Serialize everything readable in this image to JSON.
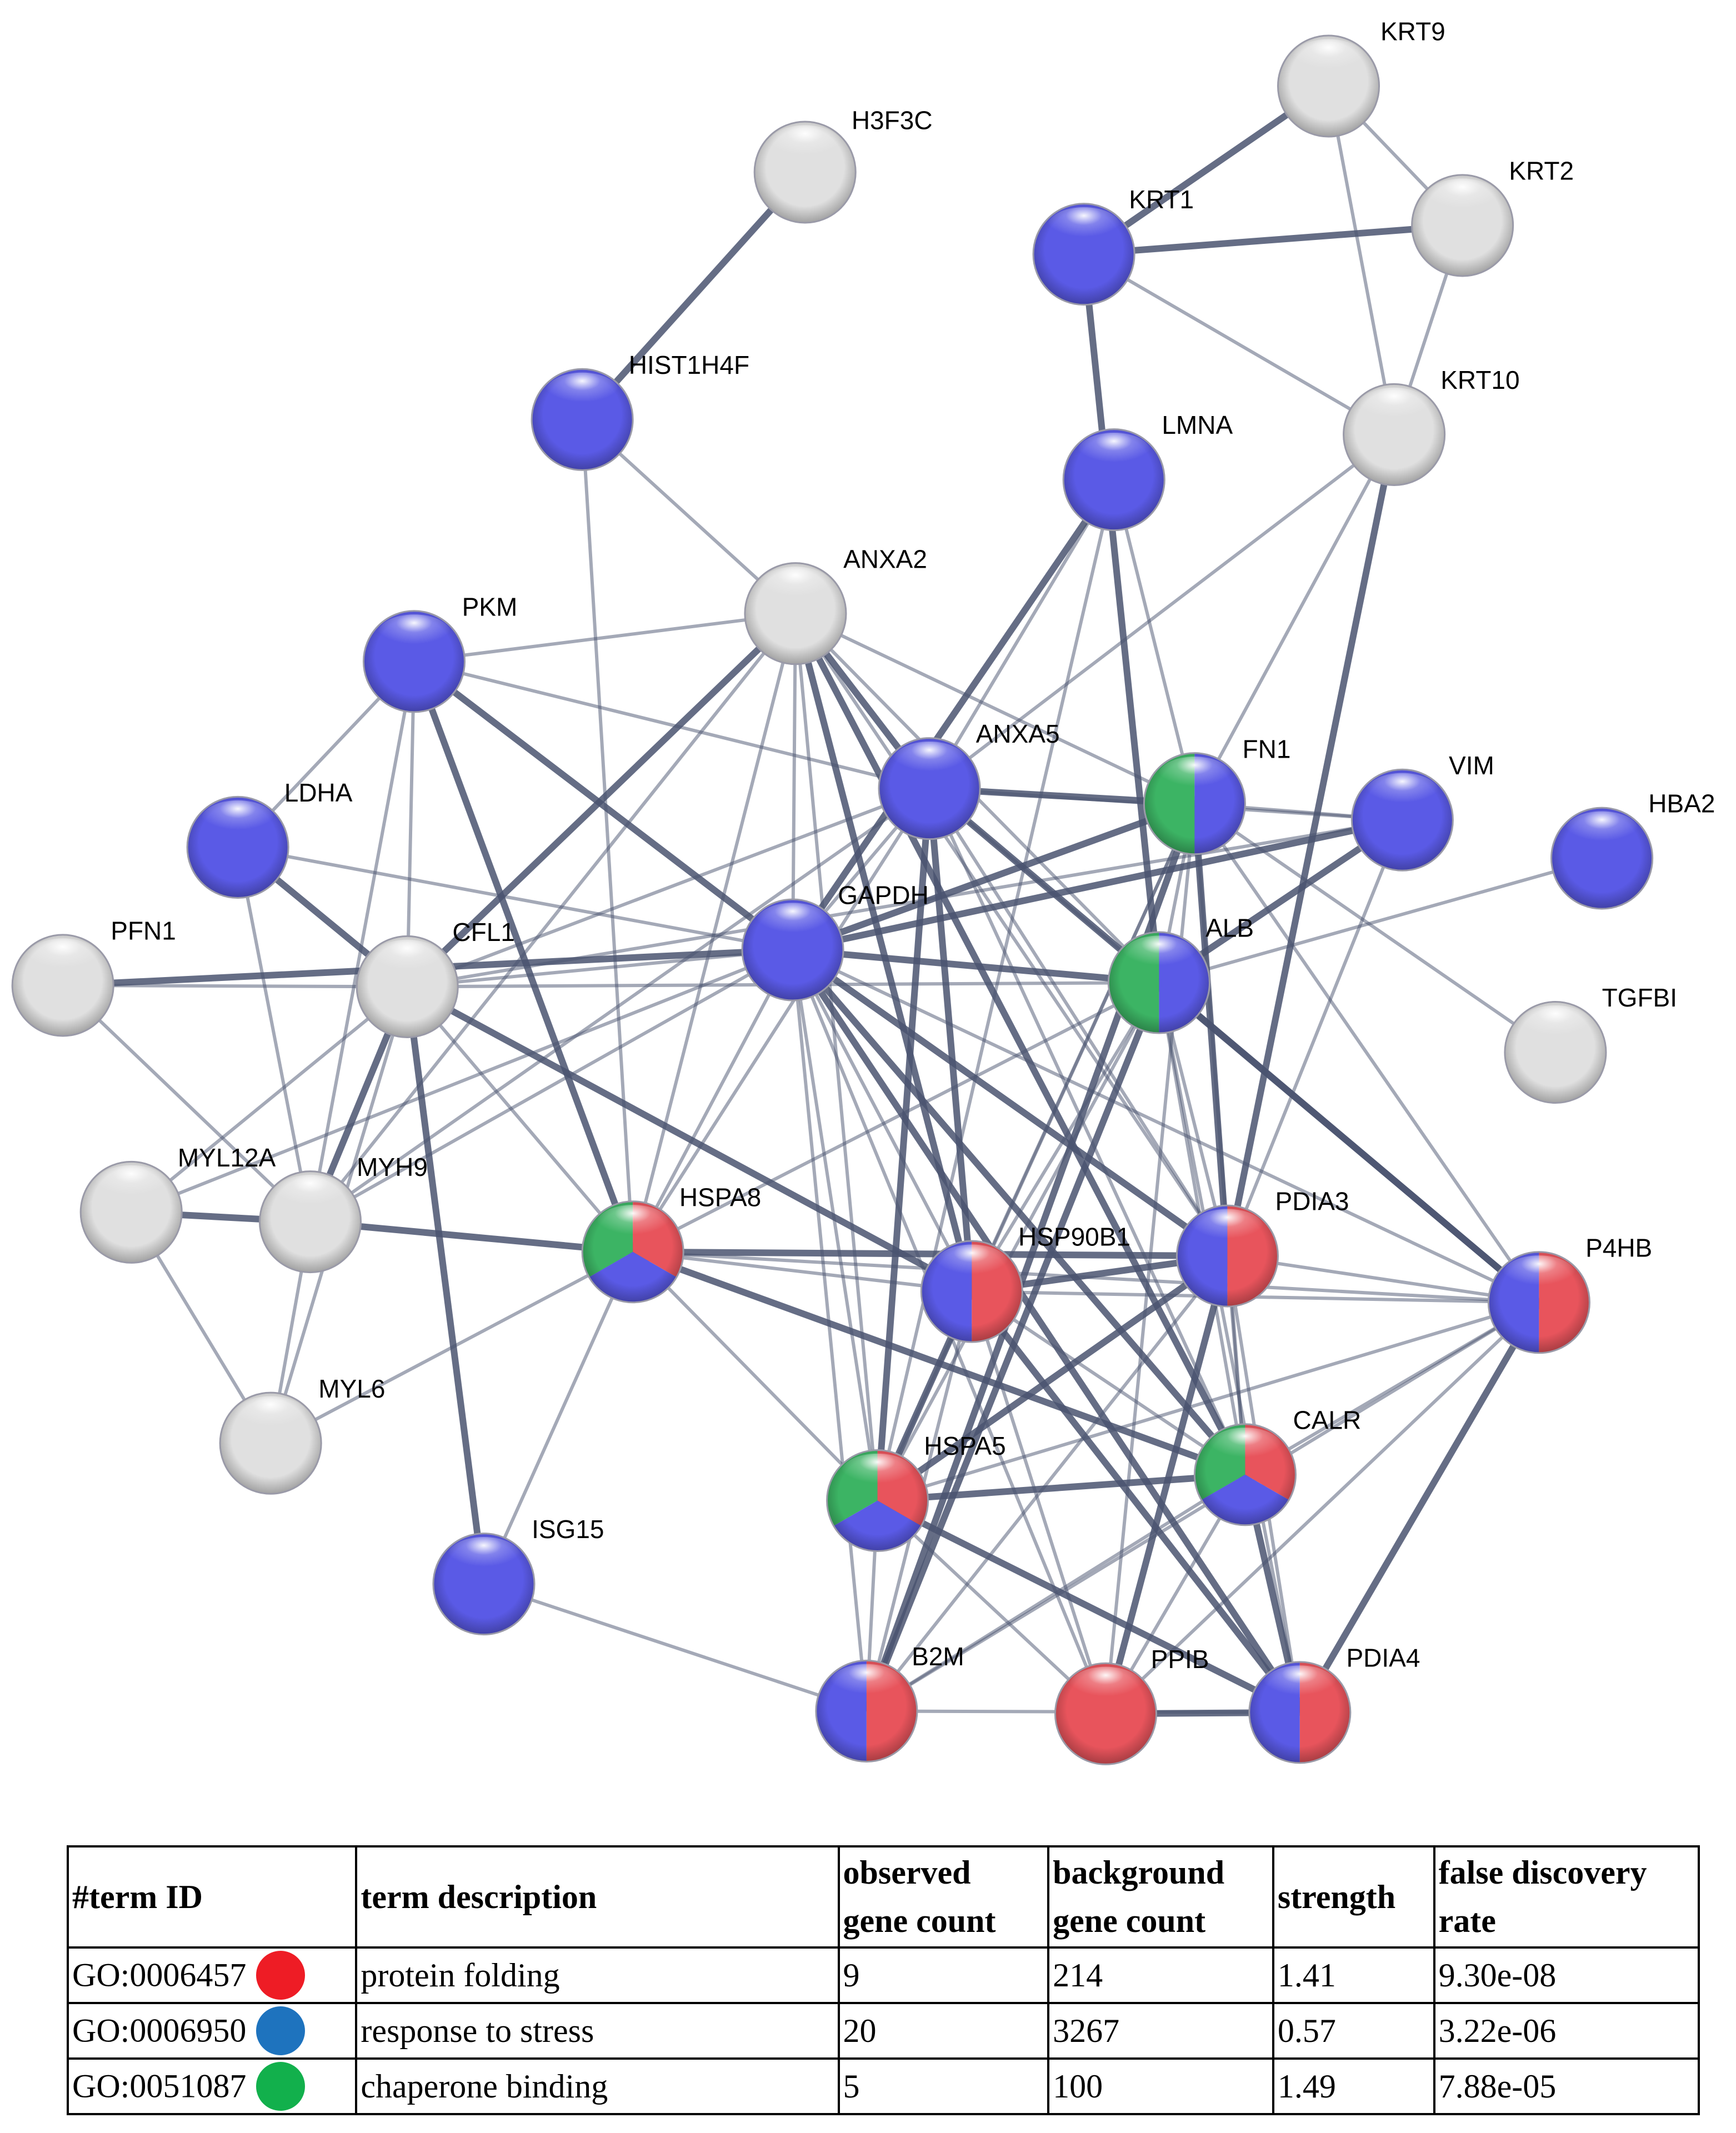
{
  "network": {
    "colors": {
      "protein_folding": "#e8545c",
      "response_to_stress": "#5a5ae6",
      "chaperone_binding": "#3cb464",
      "uncolored": "#e0e0e0",
      "edge": "#4a5470"
    },
    "nodes": [
      {
        "id": "KRT9",
        "label": "KRT9",
        "colors": []
      },
      {
        "id": "H3F3C",
        "label": "H3F3C",
        "colors": []
      },
      {
        "id": "KRT2",
        "label": "KRT2",
        "colors": []
      },
      {
        "id": "KRT1",
        "label": "KRT1",
        "colors": [
          "response_to_stress"
        ]
      },
      {
        "id": "HIST1H4F",
        "label": "HIST1H4F",
        "colors": [
          "response_to_stress"
        ]
      },
      {
        "id": "KRT10",
        "label": "KRT10",
        "colors": []
      },
      {
        "id": "LMNA",
        "label": "LMNA",
        "colors": [
          "response_to_stress"
        ]
      },
      {
        "id": "ANXA2",
        "label": "ANXA2",
        "colors": []
      },
      {
        "id": "PKM",
        "label": "PKM",
        "colors": [
          "response_to_stress"
        ]
      },
      {
        "id": "ANXA5",
        "label": "ANXA5",
        "colors": [
          "response_to_stress"
        ]
      },
      {
        "id": "FN1",
        "label": "FN1",
        "colors": [
          "chaperone_binding",
          "response_to_stress"
        ]
      },
      {
        "id": "VIM",
        "label": "VIM",
        "colors": [
          "response_to_stress"
        ]
      },
      {
        "id": "HBA2",
        "label": "HBA2",
        "colors": [
          "response_to_stress"
        ]
      },
      {
        "id": "LDHA",
        "label": "LDHA",
        "colors": [
          "response_to_stress"
        ]
      },
      {
        "id": "GAPDH",
        "label": "GAPDH",
        "colors": [
          "response_to_stress"
        ]
      },
      {
        "id": "PFN1",
        "label": "PFN1",
        "colors": []
      },
      {
        "id": "CFL1",
        "label": "CFL1",
        "colors": []
      },
      {
        "id": "ALB",
        "label": "ALB",
        "colors": [
          "chaperone_binding",
          "response_to_stress"
        ]
      },
      {
        "id": "TGFBI",
        "label": "TGFBI",
        "colors": []
      },
      {
        "id": "MYL12A",
        "label": "MYL12A",
        "colors": []
      },
      {
        "id": "MYH9",
        "label": "MYH9",
        "colors": []
      },
      {
        "id": "HSPA8",
        "label": "HSPA8",
        "colors": [
          "chaperone_binding",
          "protein_folding",
          "response_to_stress"
        ]
      },
      {
        "id": "PDIA3",
        "label": "PDIA3",
        "colors": [
          "response_to_stress",
          "protein_folding"
        ]
      },
      {
        "id": "HSP90B1",
        "label": "HSP90B1",
        "colors": [
          "response_to_stress",
          "protein_folding"
        ]
      },
      {
        "id": "P4HB",
        "label": "P4HB",
        "colors": [
          "response_to_stress",
          "protein_folding"
        ]
      },
      {
        "id": "MYL6",
        "label": "MYL6",
        "colors": []
      },
      {
        "id": "CALR",
        "label": "CALR",
        "colors": [
          "chaperone_binding",
          "protein_folding",
          "response_to_stress"
        ]
      },
      {
        "id": "HSPA5",
        "label": "HSPA5",
        "colors": [
          "chaperone_binding",
          "protein_folding",
          "response_to_stress"
        ]
      },
      {
        "id": "ISG15",
        "label": "ISG15",
        "colors": [
          "response_to_stress"
        ]
      },
      {
        "id": "B2M",
        "label": "B2M",
        "colors": [
          "response_to_stress",
          "protein_folding"
        ]
      },
      {
        "id": "PPIB",
        "label": "PPIB",
        "colors": [
          "protein_folding"
        ]
      },
      {
        "id": "PDIA4",
        "label": "PDIA4",
        "colors": [
          "response_to_stress",
          "protein_folding"
        ]
      }
    ],
    "edges": [
      [
        "KRT9",
        "KRT1"
      ],
      [
        "KRT9",
        "KRT2"
      ],
      [
        "KRT9",
        "KRT10"
      ],
      [
        "KRT1",
        "KRT2"
      ],
      [
        "KRT1",
        "KRT10"
      ],
      [
        "KRT2",
        "KRT10"
      ],
      [
        "H3F3C",
        "HIST1H4F"
      ],
      [
        "HIST1H4F",
        "ANXA2"
      ],
      [
        "HIST1H4F",
        "HSPA8"
      ],
      [
        "KRT1",
        "ALB"
      ],
      [
        "KRT10",
        "ANXA5"
      ],
      [
        "KRT10",
        "FN1"
      ],
      [
        "KRT10",
        "PDIA3"
      ],
      [
        "LMNA",
        "ANXA5"
      ],
      [
        "LMNA",
        "FN1"
      ],
      [
        "LMNA",
        "GAPDH"
      ],
      [
        "LMNA",
        "HSPA5"
      ],
      [
        "ANXA2",
        "PKM"
      ],
      [
        "ANXA2",
        "ANXA5"
      ],
      [
        "ANXA2",
        "FN1"
      ],
      [
        "ANXA2",
        "GAPDH"
      ],
      [
        "ANXA2",
        "CFL1"
      ],
      [
        "ANXA2",
        "ALB"
      ],
      [
        "ANXA2",
        "HSPA8"
      ],
      [
        "ANXA2",
        "HSP90B1"
      ],
      [
        "ANXA2",
        "PDIA3"
      ],
      [
        "ANXA2",
        "HSPA5"
      ],
      [
        "ANXA2",
        "CALR"
      ],
      [
        "ANXA2",
        "MYH9"
      ],
      [
        "PKM",
        "LDHA"
      ],
      [
        "PKM",
        "GAPDH"
      ],
      [
        "PKM",
        "CFL1"
      ],
      [
        "PKM",
        "ANXA5"
      ],
      [
        "PKM",
        "HSPA8"
      ],
      [
        "PKM",
        "MYH9"
      ],
      [
        "LDHA",
        "GAPDH"
      ],
      [
        "LDHA",
        "CFL1"
      ],
      [
        "LDHA",
        "MYH9"
      ],
      [
        "ANXA5",
        "GAPDH"
      ],
      [
        "ANXA5",
        "FN1"
      ],
      [
        "ANXA5",
        "ALB"
      ],
      [
        "ANXA5",
        "HSPA8"
      ],
      [
        "ANXA5",
        "HSP90B1"
      ],
      [
        "ANXA5",
        "PDIA3"
      ],
      [
        "ANXA5",
        "CALR"
      ],
      [
        "ANXA5",
        "HSPA5"
      ],
      [
        "ANXA5",
        "VIM"
      ],
      [
        "ANXA5",
        "CFL1"
      ],
      [
        "ANXA5",
        "P4HB"
      ],
      [
        "FN1",
        "VIM"
      ],
      [
        "FN1",
        "ALB"
      ],
      [
        "FN1",
        "GAPDH"
      ],
      [
        "FN1",
        "HSPA5"
      ],
      [
        "FN1",
        "HSP90B1"
      ],
      [
        "FN1",
        "PDIA3"
      ],
      [
        "FN1",
        "P4HB"
      ],
      [
        "FN1",
        "CALR"
      ],
      [
        "FN1",
        "B2M"
      ],
      [
        "FN1",
        "TGFBI"
      ],
      [
        "FN1",
        "PPIB"
      ],
      [
        "VIM",
        "GAPDH"
      ],
      [
        "VIM",
        "PDIA3"
      ],
      [
        "VIM",
        "CFL1"
      ],
      [
        "VIM",
        "ALB"
      ],
      [
        "HBA2",
        "ALB"
      ],
      [
        "GAPDH",
        "CFL1"
      ],
      [
        "GAPDH",
        "ALB"
      ],
      [
        "GAPDH",
        "HSPA8"
      ],
      [
        "GAPDH",
        "HSP90B1"
      ],
      [
        "GAPDH",
        "PDIA3"
      ],
      [
        "GAPDH",
        "P4HB"
      ],
      [
        "GAPDH",
        "HSPA5"
      ],
      [
        "GAPDH",
        "CALR"
      ],
      [
        "GAPDH",
        "B2M"
      ],
      [
        "GAPDH",
        "PPIB"
      ],
      [
        "GAPDH",
        "PDIA4"
      ],
      [
        "GAPDH",
        "MYH9"
      ],
      [
        "GAPDH",
        "MYL12A"
      ],
      [
        "GAPDH",
        "PFN1"
      ],
      [
        "PFN1",
        "CFL1"
      ],
      [
        "PFN1",
        "MYH9"
      ],
      [
        "CFL1",
        "MYH9"
      ],
      [
        "CFL1",
        "MYL12A"
      ],
      [
        "CFL1",
        "MYL6"
      ],
      [
        "CFL1",
        "ISG15"
      ],
      [
        "CFL1",
        "HSPA8"
      ],
      [
        "CFL1",
        "ALB"
      ],
      [
        "CFL1",
        "HSP90B1"
      ],
      [
        "ALB",
        "HSP90B1"
      ],
      [
        "ALB",
        "PDIA3"
      ],
      [
        "ALB",
        "P4HB"
      ],
      [
        "ALB",
        "HSPA5"
      ],
      [
        "ALB",
        "CALR"
      ],
      [
        "ALB",
        "B2M"
      ],
      [
        "ALB",
        "PDIA4"
      ],
      [
        "ALB",
        "HSPA8"
      ],
      [
        "MYL12A",
        "MYH9"
      ],
      [
        "MYL12A",
        "MYL6"
      ],
      [
        "MYH9",
        "MYL6"
      ],
      [
        "MYH9",
        "HSPA8"
      ],
      [
        "MYH9",
        "ANXA5"
      ],
      [
        "HSPA8",
        "HSP90B1"
      ],
      [
        "HSPA8",
        "PDIA3"
      ],
      [
        "HSPA8",
        "P4HB"
      ],
      [
        "HSPA8",
        "HSPA5"
      ],
      [
        "HSPA8",
        "CALR"
      ],
      [
        "HSPA8",
        "ISG15"
      ],
      [
        "HSPA8",
        "MYL6"
      ],
      [
        "PDIA3",
        "HSP90B1"
      ],
      [
        "PDIA3",
        "P4HB"
      ],
      [
        "PDIA3",
        "CALR"
      ],
      [
        "PDIA3",
        "HSPA5"
      ],
      [
        "PDIA3",
        "PDIA4"
      ],
      [
        "PDIA3",
        "B2M"
      ],
      [
        "PDIA3",
        "PPIB"
      ],
      [
        "HSP90B1",
        "P4HB"
      ],
      [
        "HSP90B1",
        "CALR"
      ],
      [
        "HSP90B1",
        "HSPA5"
      ],
      [
        "HSP90B1",
        "B2M"
      ],
      [
        "HSP90B1",
        "PPIB"
      ],
      [
        "HSP90B1",
        "PDIA4"
      ],
      [
        "P4HB",
        "CALR"
      ],
      [
        "P4HB",
        "HSPA5"
      ],
      [
        "P4HB",
        "PDIA4"
      ],
      [
        "P4HB",
        "PPIB"
      ],
      [
        "P4HB",
        "B2M"
      ],
      [
        "CALR",
        "HSPA5"
      ],
      [
        "CALR",
        "B2M"
      ],
      [
        "CALR",
        "PPIB"
      ],
      [
        "CALR",
        "PDIA4"
      ],
      [
        "HSPA5",
        "B2M"
      ],
      [
        "HSPA5",
        "PPIB"
      ],
      [
        "HSPA5",
        "PDIA4"
      ],
      [
        "ISG15",
        "B2M"
      ],
      [
        "B2M",
        "PDIA4"
      ],
      [
        "PPIB",
        "PDIA4"
      ]
    ]
  },
  "table": {
    "headers": [
      "#term ID",
      "term description",
      "observed gene count",
      "background gene count",
      "strength",
      "false discovery rate"
    ],
    "rows": [
      {
        "term_id": "GO:0006457",
        "color": "#ee1c25",
        "description": "protein folding",
        "observed": "9",
        "background": "214",
        "strength": "1.41",
        "fdr": "9.30e-08"
      },
      {
        "term_id": "GO:0006950",
        "color": "#1e73be",
        "description": "response to stress",
        "observed": "20",
        "background": "3267",
        "strength": "0.57",
        "fdr": "3.22e-06"
      },
      {
        "term_id": "GO:0051087",
        "color": "#12b04c",
        "description": "chaperone binding",
        "observed": "5",
        "background": "100",
        "strength": "1.49",
        "fdr": "7.88e-05"
      }
    ]
  }
}
